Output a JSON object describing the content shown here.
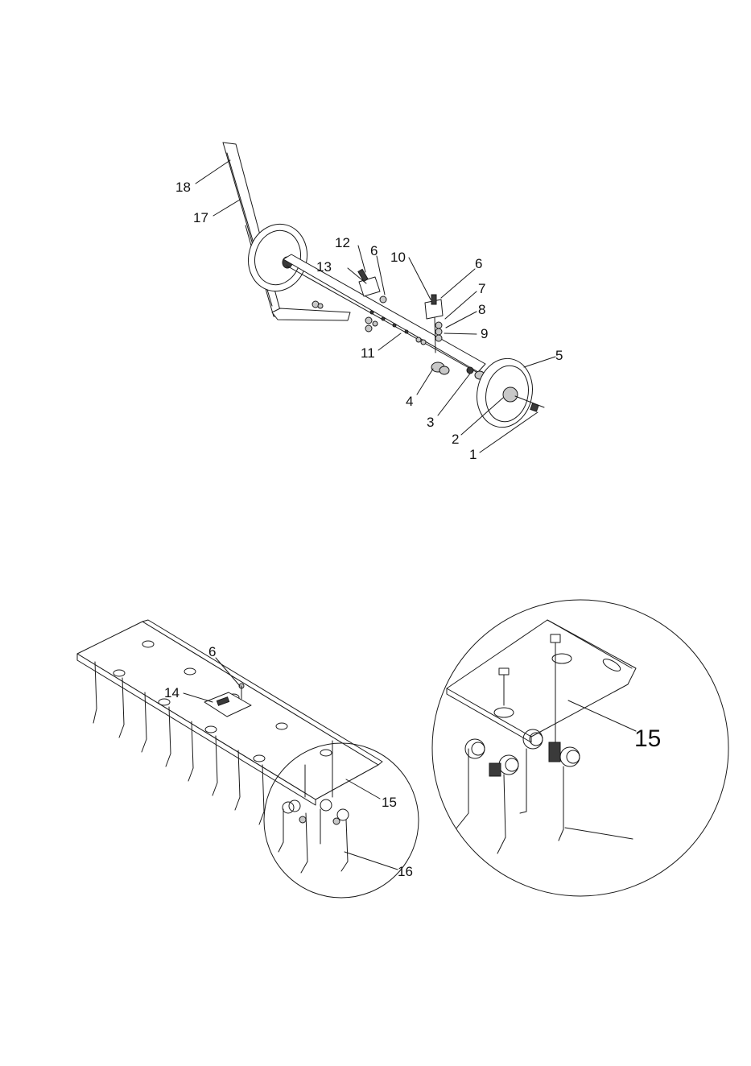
{
  "upper_diagram": {
    "callouts": [
      "18",
      "17",
      "12",
      "6",
      "10",
      "6",
      "13",
      "7",
      "8",
      "9",
      "11",
      "5",
      "4",
      "3",
      "2",
      "1"
    ]
  },
  "lower_diagram": {
    "callouts": [
      "6",
      "14",
      "15",
      "16"
    ]
  },
  "detail_view": {
    "callouts": [
      "15"
    ]
  }
}
